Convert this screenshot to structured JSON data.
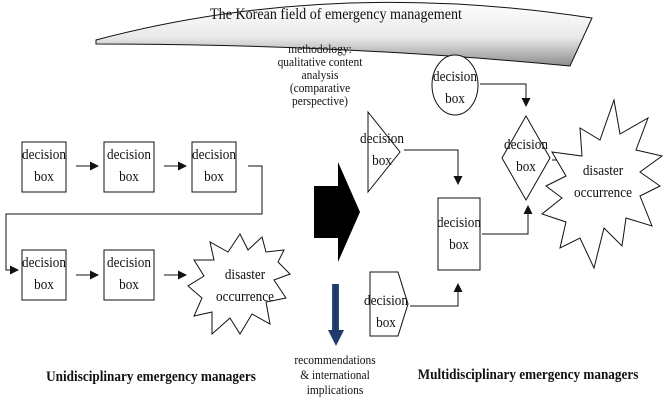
{
  "banner": {
    "title": "The Korean field of emergency management"
  },
  "methodology": {
    "lines": [
      "methodology:",
      "qualitative content",
      "analysis",
      "(comparative",
      "perspective)"
    ]
  },
  "decision_box": {
    "line1": "decision",
    "line2": "box"
  },
  "disaster": {
    "line1": "disaster",
    "line2": "occurrence"
  },
  "recommendations": {
    "lines": [
      "recommendations",
      "& international",
      "implications"
    ]
  },
  "captions": {
    "left": "Unidisciplinary emergency managers",
    "right": "Multidisciplinary emergency managers"
  },
  "colors": {
    "ink": "#111111",
    "arrow_blue": "#1f3b6e",
    "arrow_black": "#000000",
    "fill": "#ffffff"
  }
}
